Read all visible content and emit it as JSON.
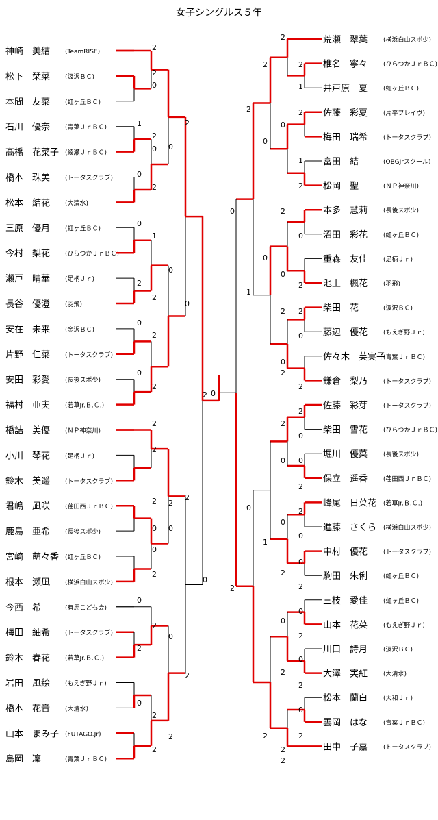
{
  "title": "女子シングルス５年",
  "left_players": [
    {
      "name": "神崎　美結",
      "aff": "(TeamRISE)"
    },
    {
      "name": "松下　栞菜",
      "aff": "(汲沢ＢＣ)"
    },
    {
      "name": "本間　友菜",
      "aff": "(虹ヶ丘ＢＣ)"
    },
    {
      "name": "石川　優奈",
      "aff": "(青葉ＪｒＢＣ)"
    },
    {
      "name": "髙橋　花菜子",
      "aff": "(綾瀬ＪｒＢＣ)"
    },
    {
      "name": "橋本　珠美",
      "aff": "(トータスクラブ)"
    },
    {
      "name": "松本　結花",
      "aff": "(大清水)"
    },
    {
      "name": "三原　優月",
      "aff": "(虹ヶ丘ＢＣ)"
    },
    {
      "name": "今村　梨花",
      "aff": "(ひらつかＪｒＢＣ)"
    },
    {
      "name": "瀬戸　晴華",
      "aff": "(足柄Ｊｒ)"
    },
    {
      "name": "長谷　優澄",
      "aff": "(羽飛)"
    },
    {
      "name": "安在　未来",
      "aff": "(金沢ＢＣ)"
    },
    {
      "name": "片野　仁菜",
      "aff": "(トータスクラブ)"
    },
    {
      "name": "安田　彩愛",
      "aff": "(長後スポ少)"
    },
    {
      "name": "福村　亜実",
      "aff": "(若草Jr.Ｂ.Ｃ.)"
    },
    {
      "name": "橋詰　美優",
      "aff": "(ＮＰ神奈川)"
    },
    {
      "name": "小川　琴花",
      "aff": "(足柄Ｊｒ)"
    },
    {
      "name": "鈴木　美遥",
      "aff": "(トータスクラブ)"
    },
    {
      "name": "君嶋　凪咲",
      "aff": "(荏田西ＪｒＢＣ)"
    },
    {
      "name": "鹿島　亜希",
      "aff": "(長後スポ少)"
    },
    {
      "name": "宮崎　萌々香",
      "aff": "(虹ヶ丘ＢＣ)"
    },
    {
      "name": "根本　瀬凪",
      "aff": "(横浜白山スポ少)"
    },
    {
      "name": "今西　希",
      "aff": "(有馬こども会)"
    },
    {
      "name": "梅田　紬希",
      "aff": "(トータスクラブ)"
    },
    {
      "name": "鈴木　春花",
      "aff": "(若草Jr.Ｂ.Ｃ.)"
    },
    {
      "name": "岩田　風絵",
      "aff": "(もえぎ野Ｊｒ)"
    },
    {
      "name": "橋本　花音",
      "aff": "(大清水)"
    },
    {
      "name": "山本　まみ子",
      "aff": "(FUTAGO.Jr)"
    },
    {
      "name": "島岡　凜",
      "aff": "(青葉ＪｒＢＣ)"
    }
  ],
  "right_players": [
    {
      "name": "荒瀬　翠葉",
      "aff": "(横浜白山スポ少)"
    },
    {
      "name": "椎名　寧々",
      "aff": "(ひらつかＪｒＢＣ)"
    },
    {
      "name": "井戸原　夏",
      "aff": "(虹ヶ丘ＢＣ)"
    },
    {
      "name": "佐藤　彩夏",
      "aff": "(片平ブレイヴ)"
    },
    {
      "name": "梅田　瑞希",
      "aff": "(トータスクラブ)"
    },
    {
      "name": "富田　結",
      "aff": "(OBGJrスクール)"
    },
    {
      "name": "松岡　聖",
      "aff": "(ＮＰ神奈川)"
    },
    {
      "name": "本多　慧莉",
      "aff": "(長後スポ少)"
    },
    {
      "name": "沼田　彩花",
      "aff": "(虹ヶ丘ＢＣ)"
    },
    {
      "name": "重森　友佳",
      "aff": "(足柄Ｊｒ)"
    },
    {
      "name": "池上　楓花",
      "aff": "(羽飛)"
    },
    {
      "name": "柴田　花",
      "aff": "(汲沢ＢＣ)"
    },
    {
      "name": "藤辺　優花",
      "aff": "(もえぎ野Ｊｒ)"
    },
    {
      "name": "佐々木　芙実子",
      "aff": "(青葉ＪｒＢＣ)"
    },
    {
      "name": "鎌倉　梨乃",
      "aff": "(トータスクラブ)"
    },
    {
      "name": "佐藤　彩芽",
      "aff": "(トータスクラブ)"
    },
    {
      "name": "柴田　雪花",
      "aff": "(ひらつかＪｒＢＣ)"
    },
    {
      "name": "堀川　優菜",
      "aff": "(長後スポ少)"
    },
    {
      "name": "保立　遥香",
      "aff": "(荏田西ＪｒＢＣ)"
    },
    {
      "name": "峰尾　日菜花",
      "aff": "(若草Jr.Ｂ.Ｃ.)"
    },
    {
      "name": "進藤　さくら",
      "aff": "(横浜白山スポ少)"
    },
    {
      "name": "中村　優花",
      "aff": "(トータスクラブ)"
    },
    {
      "name": "駒田　朱俐",
      "aff": "(虹ヶ丘ＢＣ)"
    },
    {
      "name": "三枝　愛佳",
      "aff": "(虹ヶ丘ＢＣ)"
    },
    {
      "name": "山本　花菜",
      "aff": "(もえぎ野Ｊｒ)"
    },
    {
      "name": "川口　詩月",
      "aff": "(汲沢ＢＣ)"
    },
    {
      "name": "大澤　実紅",
      "aff": "(大清水)"
    },
    {
      "name": "松本　蘭白",
      "aff": "(大和Ｊｒ)"
    },
    {
      "name": "雲岡　はな",
      "aff": "(青葉ＪｒＢＣ)"
    },
    {
      "name": "田中　子嘉",
      "aff": "(トータスクラブ)"
    }
  ],
  "colors": {
    "winner_line": "#e00000",
    "line": "#000000"
  }
}
